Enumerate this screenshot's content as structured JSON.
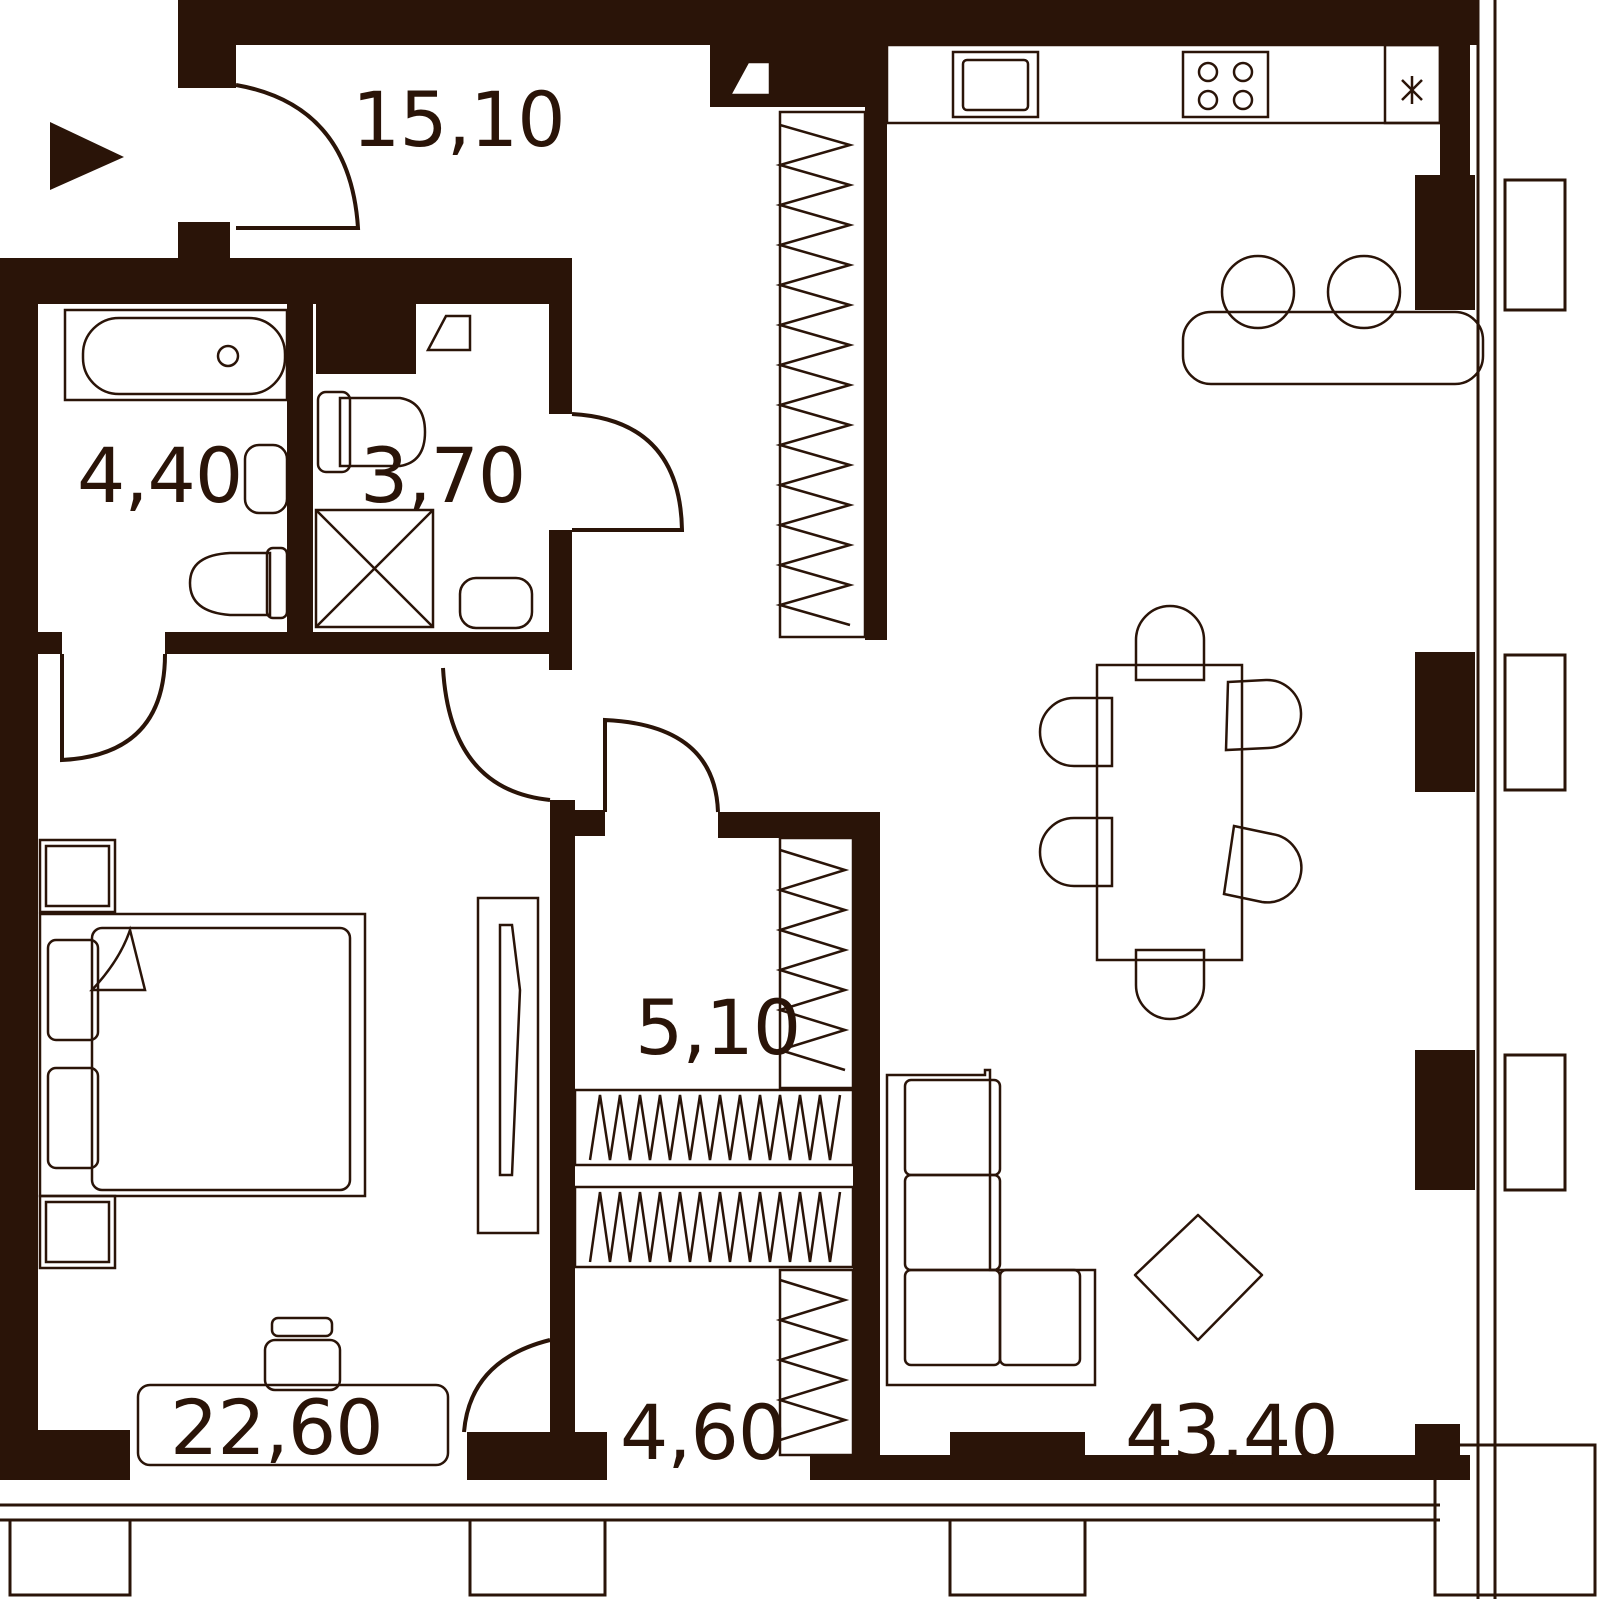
{
  "plan": {
    "rooms": [
      {
        "id": "hallway",
        "area": "15,10"
      },
      {
        "id": "bathroom",
        "area": "4,40"
      },
      {
        "id": "wc",
        "area": "3,70"
      },
      {
        "id": "bedroom",
        "area": "22,60"
      },
      {
        "id": "closet",
        "area": "5,10"
      },
      {
        "id": "corridor",
        "area": "4,60"
      },
      {
        "id": "living",
        "area": "43,40"
      }
    ],
    "colors": {
      "ink": "#2a1408",
      "background": "#ffffff"
    },
    "icons": [
      "entrance-arrow-icon"
    ]
  }
}
